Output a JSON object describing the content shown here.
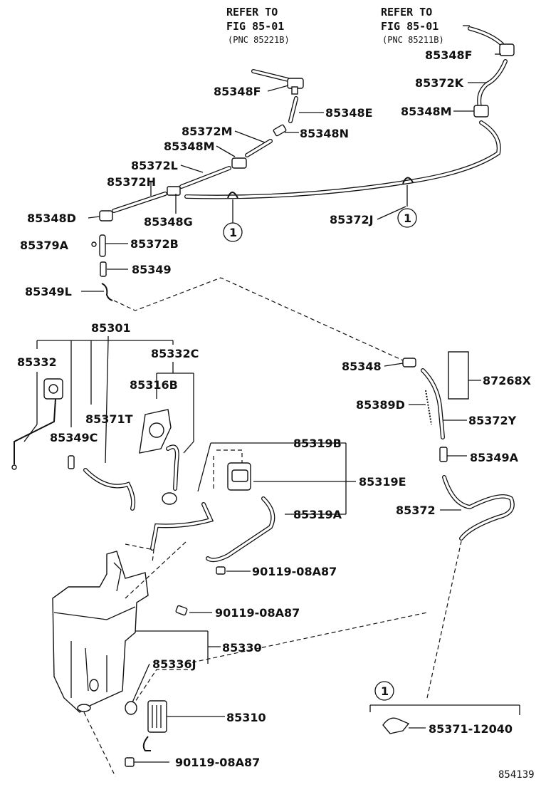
{
  "refs": [
    {
      "line1": "REFER TO",
      "line2": "FIG 85-01",
      "line3": "(PNC 85221B)"
    },
    {
      "line1": "REFER TO",
      "line2": "FIG 85-01",
      "line3": "(PNC 85211B)"
    }
  ],
  "labels": {
    "p85348F_a": "85348F",
    "p85348E": "85348E",
    "p85372M": "85372M",
    "p85348N": "85348N",
    "p85348M_a": "85348M",
    "p85372L": "85372L",
    "p85372H": "85372H",
    "p85348D": "85348D",
    "p85348G": "85348G",
    "p85372J": "85372J",
    "p85379A": "85379A",
    "p85372B": "85372B",
    "p85349": "85349",
    "p85349L": "85349L",
    "p85348F_b": "85348F",
    "p85372K": "85372K",
    "p85348M_b": "85348M",
    "p85301": "85301",
    "p85332": "85332",
    "p85332C": "85332C",
    "p85316B": "85316B",
    "p85371T": "85371T",
    "p85349C": "85349C",
    "p85348": "85348",
    "p87268X": "87268X",
    "p85389D": "85389D",
    "p85372Y": "85372Y",
    "p85349A": "85349A",
    "p85319B": "85319B",
    "p85319E": "85319E",
    "p85319A": "85319A",
    "p85372": "85372",
    "p90119_a": "90119-08A87",
    "p90119_b": "90119-08A87",
    "p85330": "85330",
    "p85336J": "85336J",
    "p85310": "85310",
    "p90119_c": "90119-08A87",
    "p85371_12040": "85371-12040"
  },
  "callouts": {
    "c1": "1",
    "c2": "1",
    "c3": "1"
  },
  "figure_no": "854139"
}
